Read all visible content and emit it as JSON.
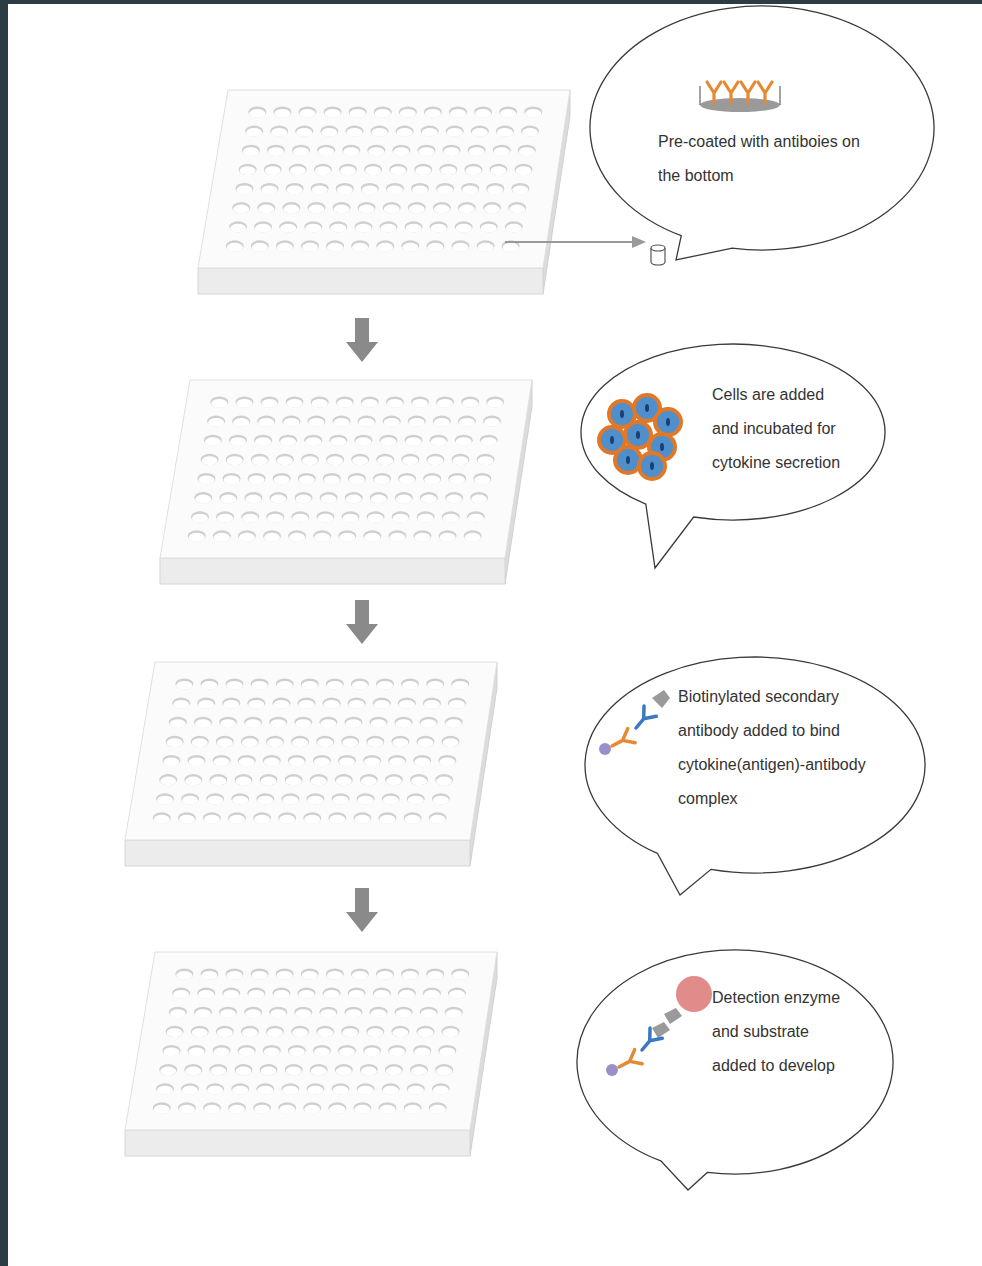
{
  "diagram": {
    "nodes": [
      {
        "text": [
          "Pre-coated with antiboies on the bottom"
        ]
      },
      {
        "text": [
          "Cells are added and incubated for cytokine secretion"
        ]
      },
      {
        "text": [
          "Biotinylated secondary antibody added to bind cytokine(antigen)-antibody complex"
        ]
      },
      {
        "text": [
          "Detection enzyme and substrate added to develop"
        ]
      }
    ]
  }
}
